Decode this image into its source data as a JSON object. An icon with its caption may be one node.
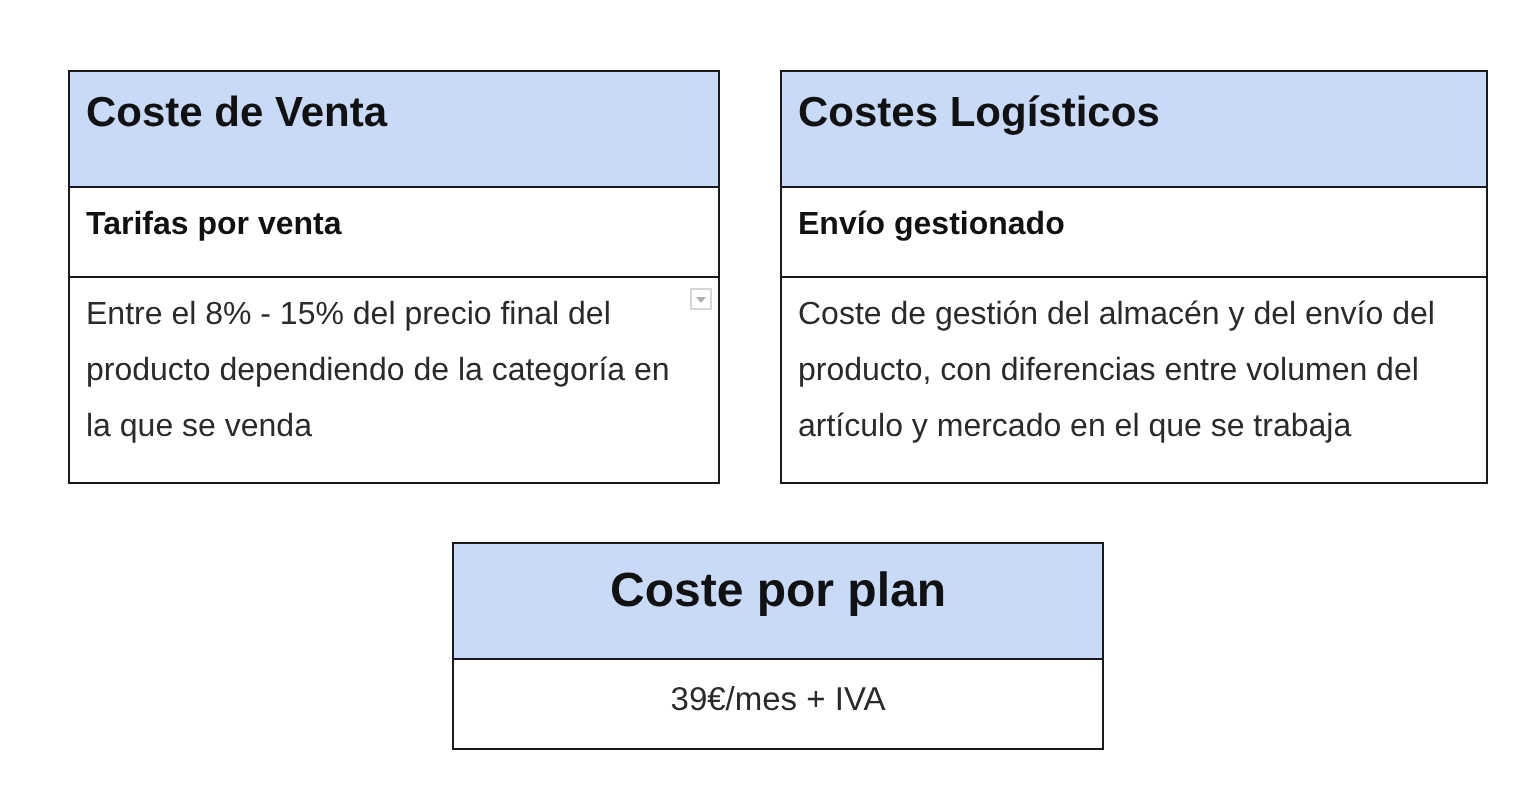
{
  "diagram": {
    "nodes": [
      {
        "text": [
          "Coste de Venta"
        ]
      },
      {
        "text": [
          "Tarifas por venta"
        ]
      },
      {
        "text": [
          "Entre el 8% - 15% del precio final del producto dependiendo de la categoría en la que se venda"
        ]
      },
      {
        "text": [
          "Costes Logísticos"
        ]
      },
      {
        "text": [
          "Envío gestionado"
        ]
      },
      {
        "text": [
          "Coste de gestión del almacén y del envío del producto, con diferencias entre volumen del artículo y mercado en el que se trabaja"
        ]
      },
      {
        "text": [
          "Coste por plan"
        ]
      },
      {
        "text": [
          "39€/mes + IVA"
        ]
      }
    ]
  }
}
